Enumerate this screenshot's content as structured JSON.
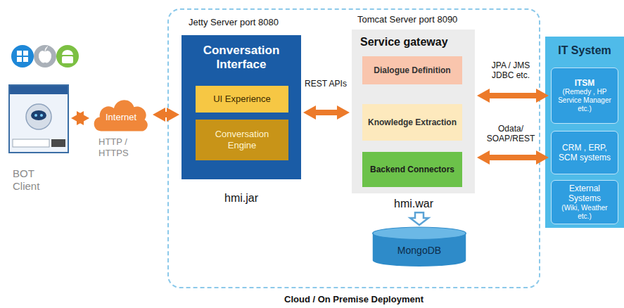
{
  "diagram": {
    "caption": "Cloud / On Premise Deployment",
    "nodes": [
      {
        "text": [
          "BOT Client"
        ]
      },
      {
        "text": [
          "Internet"
        ]
      },
      {
        "text": [
          "Cloud / On Premise Deployment"
        ]
      },
      {
        "text": [
          "Jetty Server port 8080",
          "Conversation Interface",
          "hmi.jar"
        ],
        "in": 2
      },
      {
        "text": [
          "UI Experience"
        ],
        "in": 3
      },
      {
        "text": [
          "Conversation Engine"
        ],
        "in": 3
      },
      {
        "text": [
          "Tomcat Server port 8090",
          "Service gateway",
          "hmi.war"
        ],
        "in": 2
      },
      {
        "text": [
          "Dialogue Definition"
        ],
        "in": 6
      },
      {
        "text": [
          "Knowledge Extraction"
        ],
        "in": 6
      },
      {
        "text": [
          "Backend Connectors"
        ],
        "in": 6
      },
      {
        "text": [
          "MongoDB"
        ],
        "in": 2
      },
      {
        "text": [
          "IT System"
        ]
      },
      {
        "text": [
          "ITSM",
          "(Remedy , HP Service Manager etc.)"
        ],
        "in": 11
      },
      {
        "text": [
          "CRM , ERP, SCM systems"
        ],
        "in": 11
      },
      {
        "text": [
          "External Systems",
          "(Wiki, Weather etc.)"
        ],
        "in": 11
      }
    ],
    "edges": [
      {
        "from": 0,
        "to": 1,
        "arrow": "both"
      },
      {
        "from": 1,
        "to": 3,
        "arrow": "both"
      },
      {
        "from": 3,
        "to": 6,
        "label": "REST APIs",
        "arrow": "both"
      },
      {
        "from": 6,
        "to": 12,
        "label": "JPA / JMS JDBC etc.",
        "arrow": "both"
      },
      {
        "from": 6,
        "to": 13,
        "label": "Odata/ SOAP/REST",
        "arrow": "both"
      },
      {
        "from": 6,
        "to": 10,
        "arrow": "to"
      }
    ],
    "labels": [
      "HTTP / HTTPS"
    ]
  }
}
